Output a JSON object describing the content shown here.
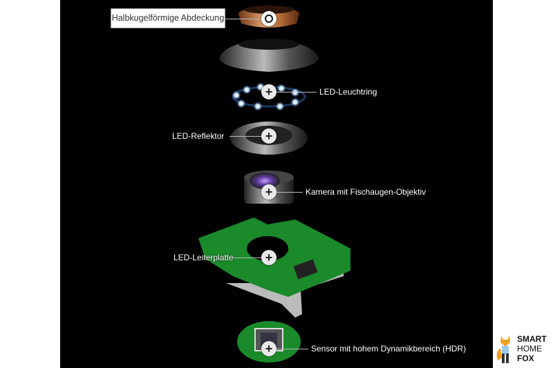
{
  "hotspots": [
    {
      "label": "Halbkugelförmige Abdeckung",
      "active": true
    },
    {
      "label": "LED-Leuchtring",
      "symbol": "+"
    },
    {
      "label": "LED-Reflektor",
      "symbol": "+"
    },
    {
      "label": "Kamera mit Fischaugen-Objektiv",
      "symbol": "+"
    },
    {
      "label": "LED-Leiterplatte",
      "symbol": "+"
    },
    {
      "label": "Sensor mit hohem Dynamikbereich (HDR)",
      "symbol": "+"
    }
  ],
  "logo": {
    "line1": "SMART",
    "line2": "HOME",
    "line3": "FOX"
  }
}
